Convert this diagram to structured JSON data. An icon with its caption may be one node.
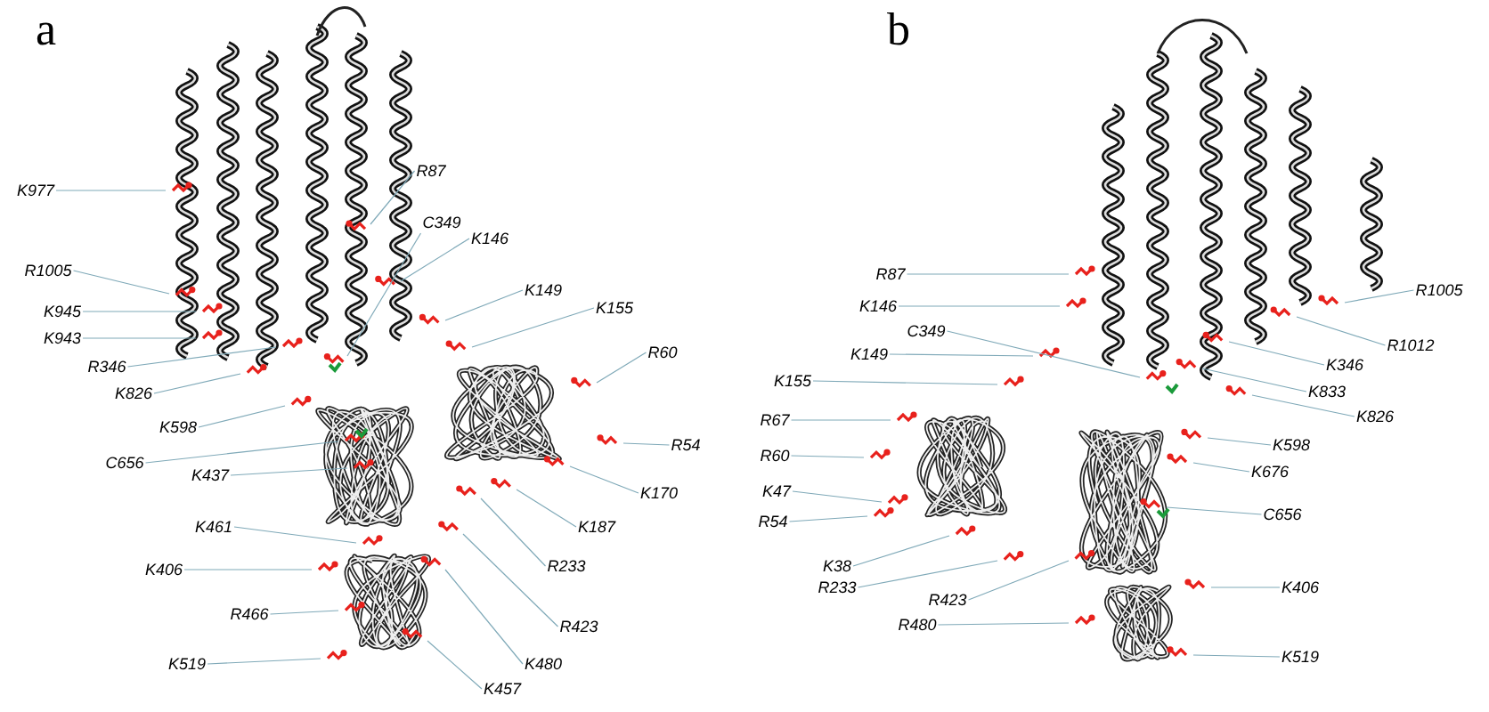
{
  "diagram": {
    "nodes": [
      {
        "text": [
          "K977"
        ]
      },
      {
        "text": [
          "R1005"
        ]
      },
      {
        "text": [
          "K945"
        ]
      },
      {
        "text": [
          "K943"
        ]
      },
      {
        "text": [
          "R346"
        ]
      },
      {
        "text": [
          "K826"
        ]
      },
      {
        "text": [
          "K598"
        ]
      },
      {
        "text": [
          "C656"
        ]
      },
      {
        "text": [
          "K437"
        ]
      },
      {
        "text": [
          "K461"
        ]
      },
      {
        "text": [
          "K406"
        ]
      },
      {
        "text": [
          "R466"
        ]
      },
      {
        "text": [
          "K519"
        ]
      },
      {
        "text": [
          "R87"
        ]
      },
      {
        "text": [
          "C349"
        ]
      },
      {
        "text": [
          "K146"
        ]
      },
      {
        "text": [
          "K149"
        ]
      },
      {
        "text": [
          "K155"
        ]
      },
      {
        "text": [
          "R60"
        ]
      },
      {
        "text": [
          "R54"
        ]
      },
      {
        "text": [
          "K170"
        ]
      },
      {
        "text": [
          "K187"
        ]
      },
      {
        "text": [
          "R233"
        ]
      },
      {
        "text": [
          "R423"
        ]
      },
      {
        "text": [
          "K480"
        ]
      },
      {
        "text": [
          "K457"
        ]
      },
      {
        "text": [
          "R87"
        ]
      },
      {
        "text": [
          "K146"
        ]
      },
      {
        "text": [
          "C349"
        ]
      },
      {
        "text": [
          "K149"
        ]
      },
      {
        "text": [
          "K155"
        ]
      },
      {
        "text": [
          "R67"
        ]
      },
      {
        "text": [
          "R60"
        ]
      },
      {
        "text": [
          "K47"
        ]
      },
      {
        "text": [
          "R54"
        ]
      },
      {
        "text": [
          "K38"
        ]
      },
      {
        "text": [
          "R233"
        ]
      },
      {
        "text": [
          "R423"
        ]
      },
      {
        "text": [
          "R480"
        ]
      },
      {
        "text": [
          "R1005"
        ]
      },
      {
        "text": [
          "R1012"
        ]
      },
      {
        "text": [
          "K346"
        ]
      },
      {
        "text": [
          "K833"
        ]
      },
      {
        "text": [
          "K826"
        ]
      },
      {
        "text": [
          "K598"
        ]
      },
      {
        "text": [
          "K676"
        ]
      },
      {
        "text": [
          "C656"
        ]
      },
      {
        "text": [
          "K406"
        ]
      },
      {
        "text": [
          "K519"
        ]
      }
    ],
    "edges": [
      {
        "from": 0,
        "to": null,
        "arrow": "none"
      },
      {
        "from": 1,
        "to": null,
        "arrow": "none"
      },
      {
        "from": 2,
        "to": null,
        "arrow": "none"
      },
      {
        "from": 3,
        "to": null,
        "arrow": "none"
      },
      {
        "from": 4,
        "to": null,
        "arrow": "none"
      },
      {
        "from": 5,
        "to": null,
        "arrow": "none"
      },
      {
        "from": 6,
        "to": null,
        "arrow": "none"
      },
      {
        "from": 7,
        "to": null,
        "arrow": "none"
      },
      {
        "from": 8,
        "to": null,
        "arrow": "none"
      },
      {
        "from": 9,
        "to": null,
        "arrow": "none"
      },
      {
        "from": 10,
        "to": null,
        "arrow": "none"
      },
      {
        "from": 11,
        "to": null,
        "arrow": "none"
      },
      {
        "from": 12,
        "to": null,
        "arrow": "none"
      },
      {
        "from": 13,
        "to": null,
        "arrow": "none"
      },
      {
        "from": 14,
        "to": null,
        "arrow": "none"
      },
      {
        "from": 15,
        "to": null,
        "arrow": "none"
      },
      {
        "from": 16,
        "to": null,
        "arrow": "none"
      },
      {
        "from": 17,
        "to": null,
        "arrow": "none"
      },
      {
        "from": 18,
        "to": null,
        "arrow": "none"
      },
      {
        "from": 19,
        "to": null,
        "arrow": "none"
      },
      {
        "from": 20,
        "to": null,
        "arrow": "none"
      },
      {
        "from": 21,
        "to": null,
        "arrow": "none"
      },
      {
        "from": 22,
        "to": null,
        "arrow": "none"
      },
      {
        "from": 23,
        "to": null,
        "arrow": "none"
      },
      {
        "from": 24,
        "to": null,
        "arrow": "none"
      },
      {
        "from": 25,
        "to": null,
        "arrow": "none"
      },
      {
        "from": 26,
        "to": null,
        "arrow": "none"
      },
      {
        "from": 27,
        "to": null,
        "arrow": "none"
      },
      {
        "from": 28,
        "to": null,
        "arrow": "none"
      },
      {
        "from": 29,
        "to": null,
        "arrow": "none"
      },
      {
        "from": 30,
        "to": null,
        "arrow": "none"
      },
      {
        "from": 31,
        "to": null,
        "arrow": "none"
      },
      {
        "from": 32,
        "to": null,
        "arrow": "none"
      },
      {
        "from": 33,
        "to": null,
        "arrow": "none"
      },
      {
        "from": 34,
        "to": null,
        "arrow": "none"
      },
      {
        "from": 35,
        "to": null,
        "arrow": "none"
      },
      {
        "from": 36,
        "to": null,
        "arrow": "none"
      },
      {
        "from": 37,
        "to": null,
        "arrow": "none"
      },
      {
        "from": 38,
        "to": null,
        "arrow": "none"
      },
      {
        "from": 39,
        "to": null,
        "arrow": "none"
      },
      {
        "from": 40,
        "to": null,
        "arrow": "none"
      },
      {
        "from": 41,
        "to": null,
        "arrow": "none"
      },
      {
        "from": 42,
        "to": null,
        "arrow": "none"
      },
      {
        "from": 43,
        "to": null,
        "arrow": "none"
      },
      {
        "from": 44,
        "to": null,
        "arrow": "none"
      },
      {
        "from": 45,
        "to": null,
        "arrow": "none"
      },
      {
        "from": 46,
        "to": null,
        "arrow": "none"
      },
      {
        "from": 47,
        "to": null,
        "arrow": "none"
      },
      {
        "from": 48,
        "to": null,
        "arrow": "none"
      }
    ],
    "labels": [
      "a",
      "b"
    ]
  }
}
